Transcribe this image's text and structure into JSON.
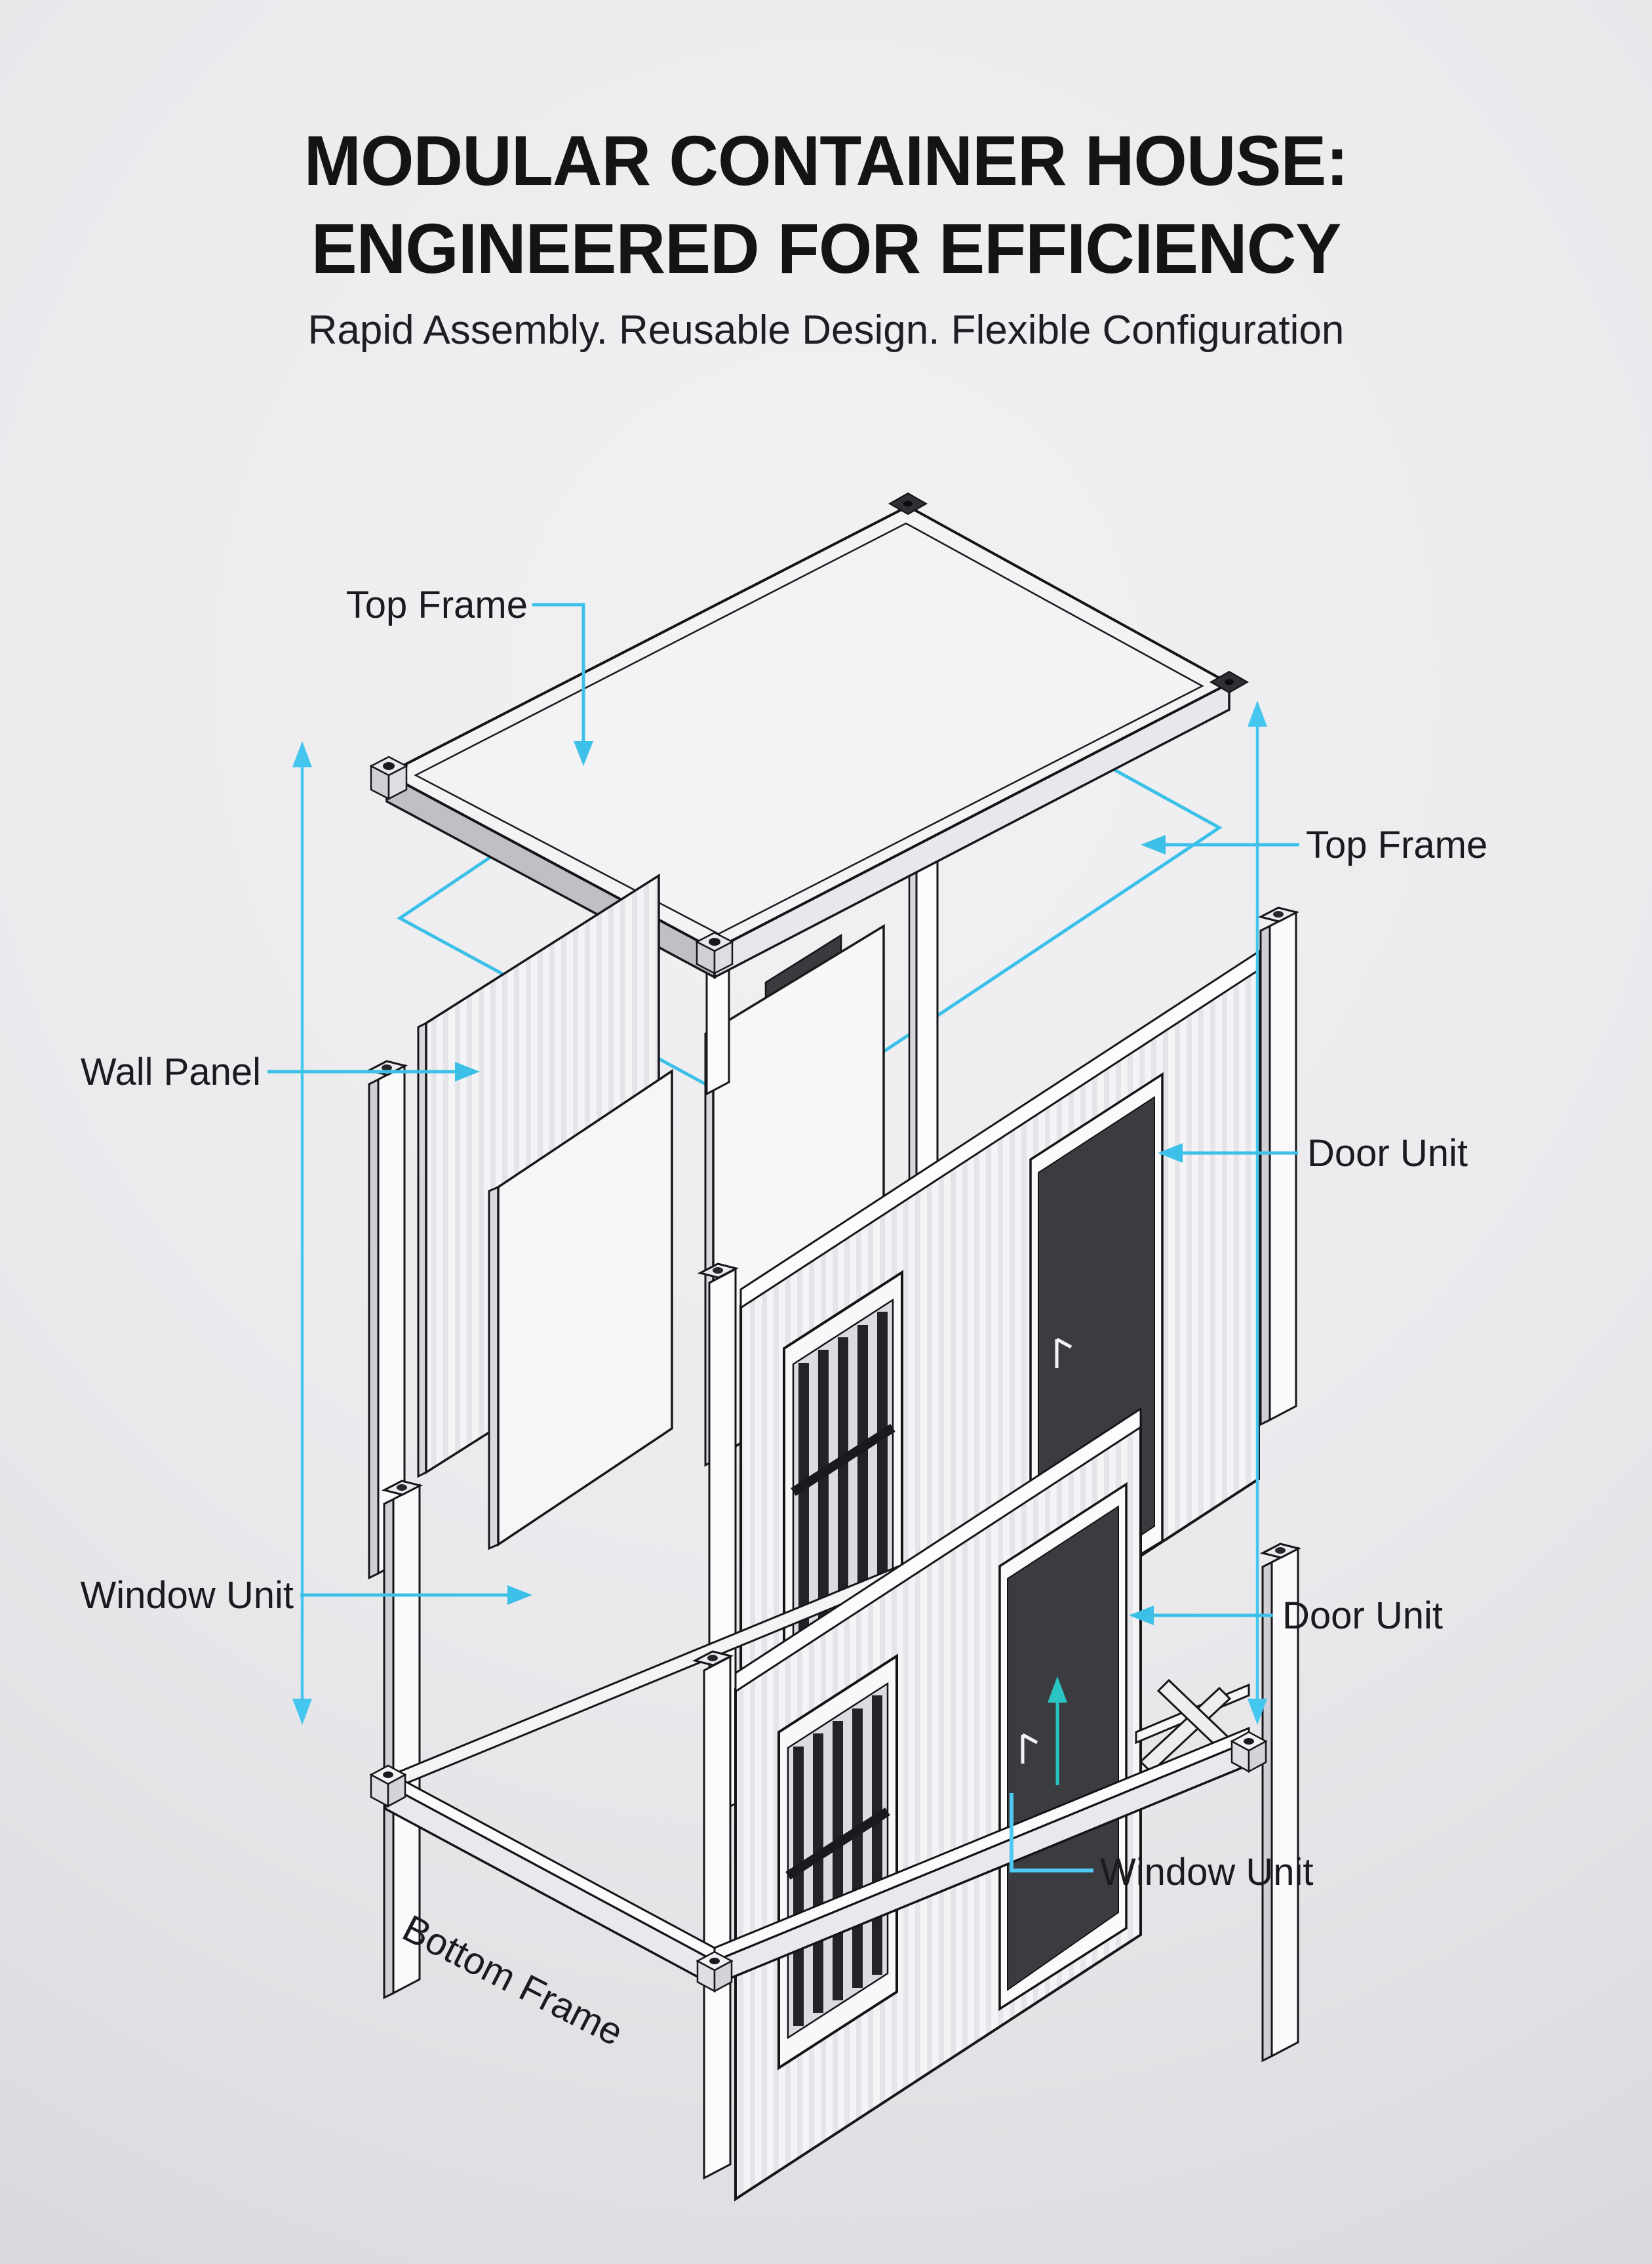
{
  "header": {
    "title_line1": "MODULAR CONTAINER HOUSE:",
    "title_line2": "ENGINEERED FOR EFFICIENCY",
    "subtitle": "Rapid Assembly. Reusable Design. Flexible Configuration"
  },
  "labels": {
    "top_frame_left": "Top Frame",
    "top_frame_right": "Top Frame",
    "wall_panel": "Wall Panel",
    "door_unit_upper": "Door Unit",
    "door_unit_lower": "Door Unit",
    "window_unit_left": "Window Unit",
    "window_unit_bottom": "Window Unit",
    "bottom_frame": "Bottom Frame"
  },
  "colors": {
    "accent_cyan": "#3cc0e8",
    "accent_teal": "#2bc4c4",
    "ink": "#1b1b1f",
    "line": "#17171a",
    "panel_white": "#f5f5f7",
    "door_dark": "#3a3c3f"
  }
}
